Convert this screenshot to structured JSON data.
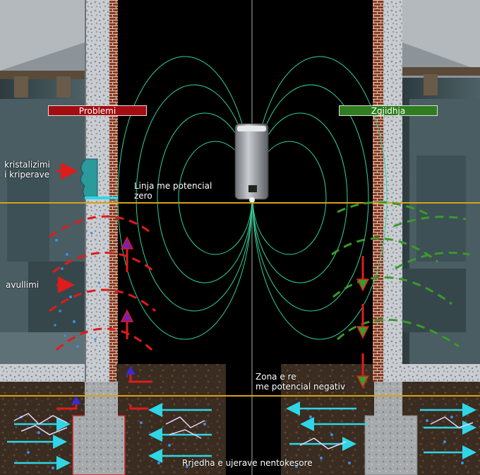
{
  "panels": {
    "left": {
      "title": "Problemi",
      "color": "#a30d12"
    },
    "right": {
      "title": "Zgjidhja",
      "color": "#2f7d1f"
    }
  },
  "labels": {
    "crystallization": [
      "kristalizimi",
      "i kriperave"
    ],
    "zero_potential": [
      "Linja me potencial",
      "zero"
    ],
    "evaporation": "avullimi",
    "negative_zone": [
      "Zona e re",
      "me potencial negativ"
    ],
    "groundwater_flow": "Rrjedha e ujerave nentokesore"
  },
  "colors": {
    "problem_arrows": "#e01b1b",
    "solution_arrows": "#3a9a2a",
    "field_lines": "#2fd39a",
    "potential_line": "#d6a21a",
    "water_arrows": "#2fd6e6"
  }
}
